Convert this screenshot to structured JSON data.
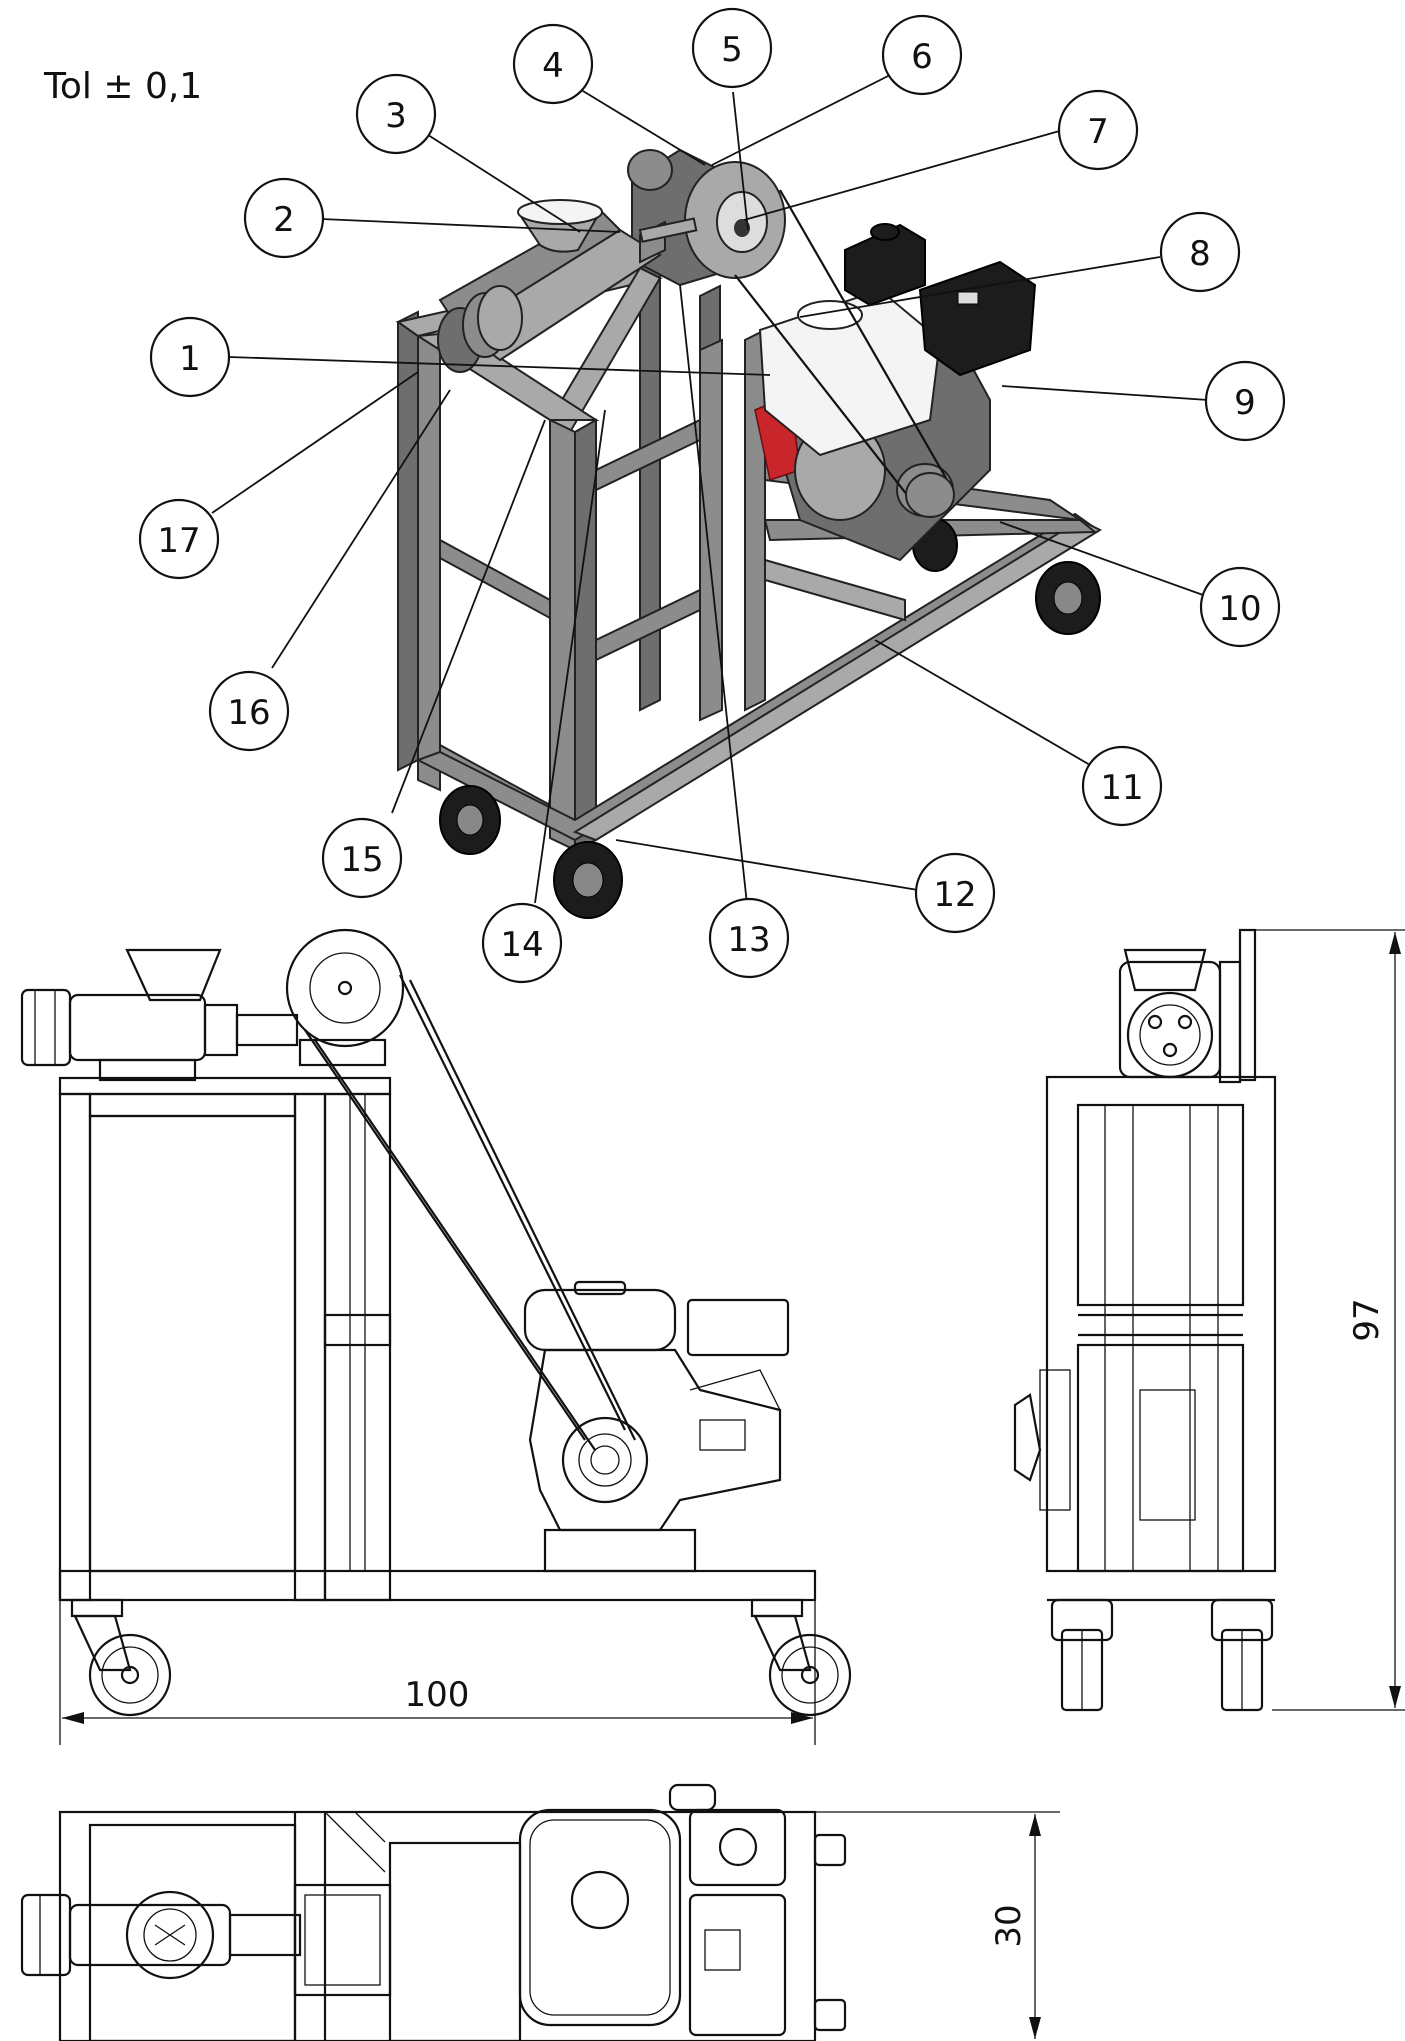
{
  "tolerance_note": "Tol ± 0,1",
  "balloons": [
    "1",
    "2",
    "3",
    "4",
    "5",
    "6",
    "7",
    "8",
    "9",
    "10",
    "11",
    "12",
    "13",
    "14",
    "15",
    "16",
    "17"
  ],
  "dimensions": {
    "overall_length": "100",
    "overall_height": "97",
    "overall_width": "30"
  },
  "colors": {
    "frame": "#8c8c8c",
    "engine_tank": "#f4f4f4",
    "engine_accent": "#c9262b",
    "line": "#111111"
  }
}
